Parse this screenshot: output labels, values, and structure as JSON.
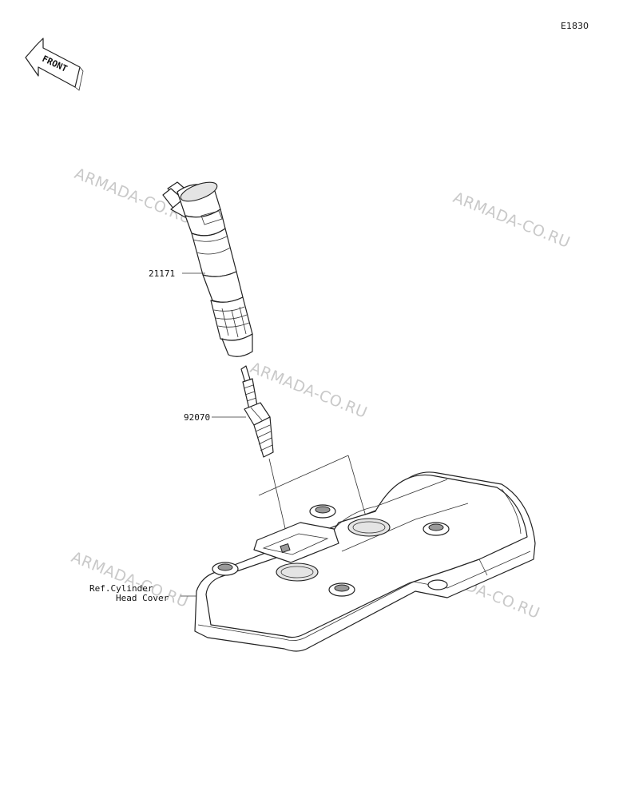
{
  "diagram_code": "E1830",
  "front_marker": "FRONT",
  "watermark": "ARMADA-CO.RU",
  "parts": [
    {
      "number": "21171",
      "name": "ignition-coil"
    },
    {
      "number": "92070",
      "name": "spark-plug"
    }
  ],
  "reference": {
    "line1": "Ref.Cylinder",
    "line2": "Head Cover"
  }
}
